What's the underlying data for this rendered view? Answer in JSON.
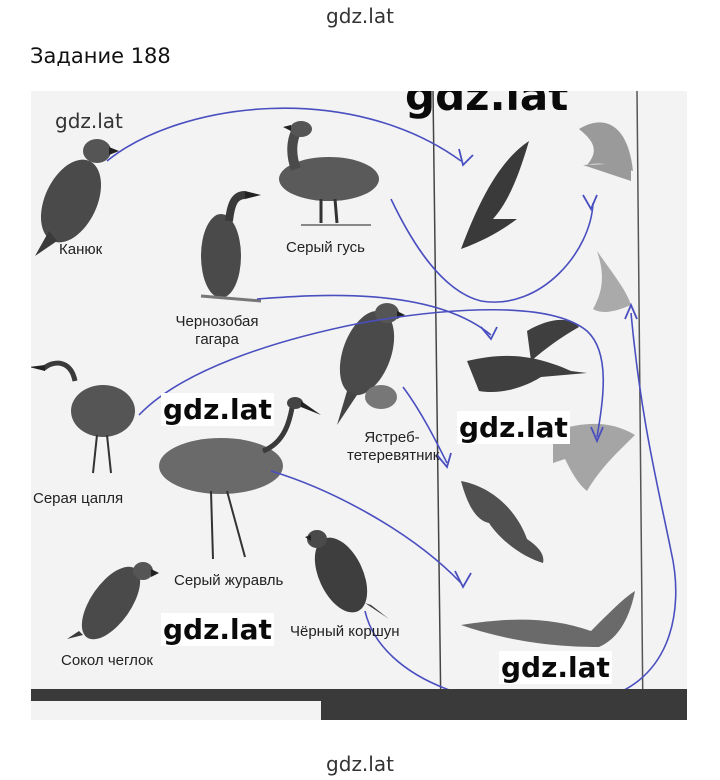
{
  "header": {
    "site": "gdz.lat"
  },
  "task": {
    "title": "Задание 188"
  },
  "birds": {
    "kanyuk": "Канюк",
    "gus": "Серый гусь",
    "gagara_1": "Чернозобая",
    "gagara_2": "гагара",
    "tsaplya": "Серая цапля",
    "yastreb_1": "Ястреб-",
    "yastreb_2": "тетеревятник",
    "zhuravl": "Серый журавль",
    "korshun": "Чёрный коршун",
    "sokol": "Сокол чеглок"
  },
  "watermarks": {
    "panel_top_left": "gdz.lat",
    "big": "gdz.lat",
    "mid_1": "gdz.lat",
    "mid_2": "gdz.lat",
    "mid_3": "gdz.lat",
    "mid_4": "gdz.lat"
  },
  "footer": {
    "site": "gdz.lat"
  },
  "colors": {
    "pen": "#4a4fc0",
    "panel": "#f3f3f3",
    "silhouette": "#6e6e6e",
    "drawing": "#3b3b3b"
  }
}
